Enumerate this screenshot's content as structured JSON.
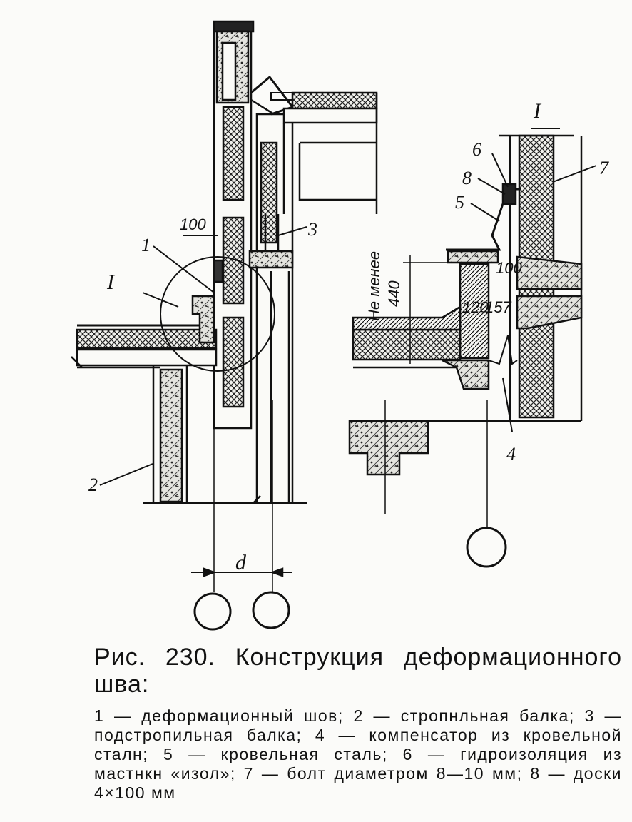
{
  "figure": {
    "section_mark_left": "I",
    "section_mark_right": "I",
    "labels": {
      "n1": "1",
      "n2": "2",
      "n3": "3",
      "n4": "4",
      "n5": "5",
      "n6": "6",
      "n7": "7",
      "n8": "8"
    },
    "dimensions": {
      "dim_100_top": "100",
      "dim_d": "d",
      "dim_not_less": "Не менее",
      "dim_440": "440",
      "dim_100_right": "100",
      "dim_120": "120",
      "dim_157": "157"
    }
  },
  "caption": {
    "title": "Рис. 230. Конструкция деформационного шва:",
    "legend": "1 — деформационный шов; 2 — стропнльная балка; 3 — подстропильная балка; 4 — компенсатор из кровельной сталн; 5 — кровельная сталь; 6 — гидроизоляция из мастнкн «изол»; 7 — болт диаметром 8—10 мм; 8 — доски 4×100 мм"
  }
}
